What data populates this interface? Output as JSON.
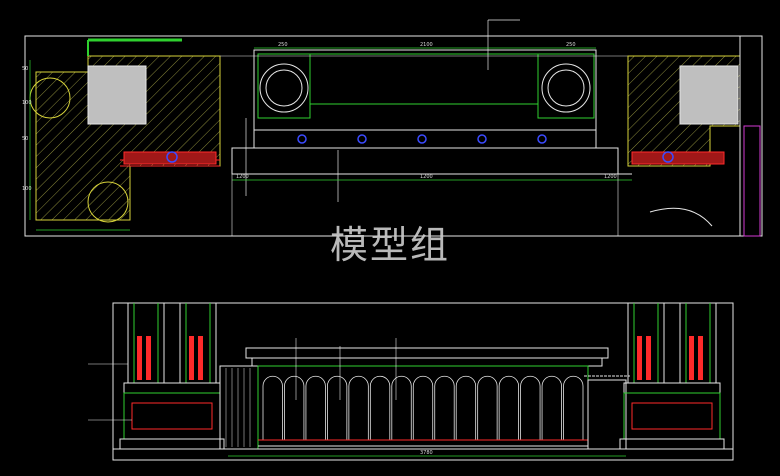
{
  "watermark": "模型组",
  "top_plan": {
    "dims_top": [
      "250",
      "2100",
      "250"
    ],
    "dims_bottom": [
      "1200",
      "1200",
      "1200"
    ],
    "dims_left": [
      "50",
      "100",
      "50",
      "100"
    ],
    "callouts": [
      "",
      "",
      ""
    ]
  },
  "elevation": {
    "dims": [
      "3780"
    ],
    "callouts": [
      "",
      "",
      "",
      ""
    ]
  },
  "colors": {
    "outline_green": "#2fd12f",
    "wall_white": "#e6e6e6",
    "red_member": "#ff2a2a",
    "fixture_blue": "#3b4bff",
    "gray_block": "#bfbfbf",
    "hatch_yellow": "#d6d23a",
    "magenta": "#d23ad2"
  }
}
